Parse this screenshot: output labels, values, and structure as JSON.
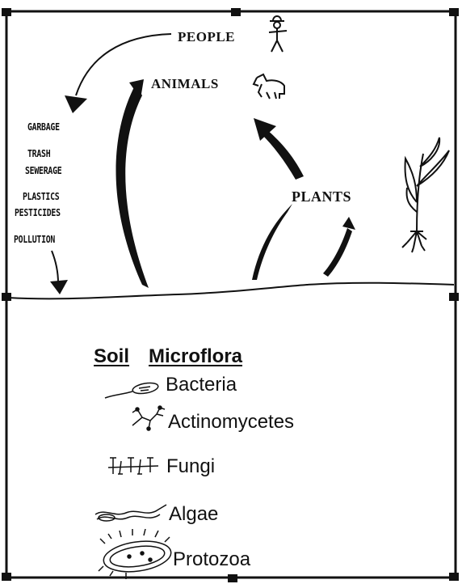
{
  "top_section": {
    "people": "PEOPLE",
    "animals": "ANIMALS",
    "plants": "PLANTS",
    "waste": [
      "GARBAGE",
      "TRASH",
      "SEWERAGE",
      "PLASTICS",
      "PESTICIDES",
      "POLLUTION"
    ]
  },
  "soil_section": {
    "title_word1": "Soil",
    "title_word2": "Microflora",
    "organisms": [
      {
        "label": "Bacteria",
        "icon": "bacteria-icon"
      },
      {
        "label": "Actinomycetes",
        "icon": "actinomycetes-icon"
      },
      {
        "label": "Fungi",
        "icon": "fungi-icon"
      },
      {
        "label": "Algae",
        "icon": "algae-icon"
      },
      {
        "label": "Protozoa",
        "icon": "protozoa-icon"
      }
    ]
  }
}
